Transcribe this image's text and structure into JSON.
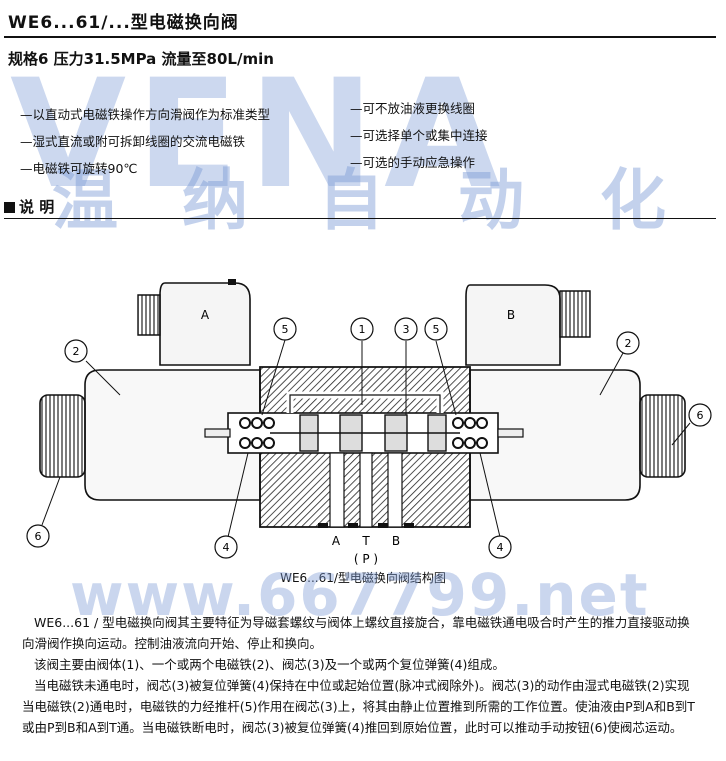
{
  "title": "WE6...61/...型电磁换向阀",
  "subtitle": "规格6 压力31.5MPa 流量至80L/min",
  "features_left": [
    "—以直动式电磁铁操作方向滑阀作为标准类型",
    "—湿式直流或附可拆卸线圈的交流电磁铁",
    "—电磁铁可旋转90℃"
  ],
  "features_right": [
    "—可不放油液更换线圈",
    "—可选择单个或集中连接",
    "—可选的手动应急操作"
  ],
  "watermark": {
    "brand": "VENA",
    "chinese": [
      "温",
      "纳",
      "自",
      "动",
      "化"
    ],
    "url": "www.667799.net"
  },
  "section_title": "说 明",
  "diagram": {
    "coil_a": "A",
    "coil_b": "B",
    "callouts": [
      "2",
      "5",
      "1",
      "3",
      "5",
      "2",
      "6",
      "6",
      "4",
      "4"
    ],
    "ports": [
      "A",
      "T",
      "B"
    ],
    "port_p": "( P )"
  },
  "caption": "WE6...61/型电磁换向阀结构图",
  "paragraphs": [
    "WE6...61 / 型电磁换向阀其主要特征为导磁套螺纹与阀体上螺纹直接旋合，靠电磁铁通电吸合时产生的推力直接驱动换向滑阀作换向运动。控制油液流向开始、停止和换向。",
    "该阀主要由阀体(1)、一个或两个电磁铁(2)、阀芯(3)及一个或两个复位弹簧(4)组成。",
    "当电磁铁未通电时，阀芯(3)被复位弹簧(4)保持在中位或起始位置(脉冲式阀除外)。阀芯(3)的动作由湿式电磁铁(2)实现当电磁铁(2)通电时，电磁铁的力经推杆(5)作用在阀芯(3)上，将其由静止位置推到所需的工作位置。使油液由P到A和B到T或由P到B和A到T通。当电磁铁断电时，阀芯(3)被复位弹簧(4)推回到原始位置，此时可以推动手动按钮(6)使阀芯运动。"
  ]
}
